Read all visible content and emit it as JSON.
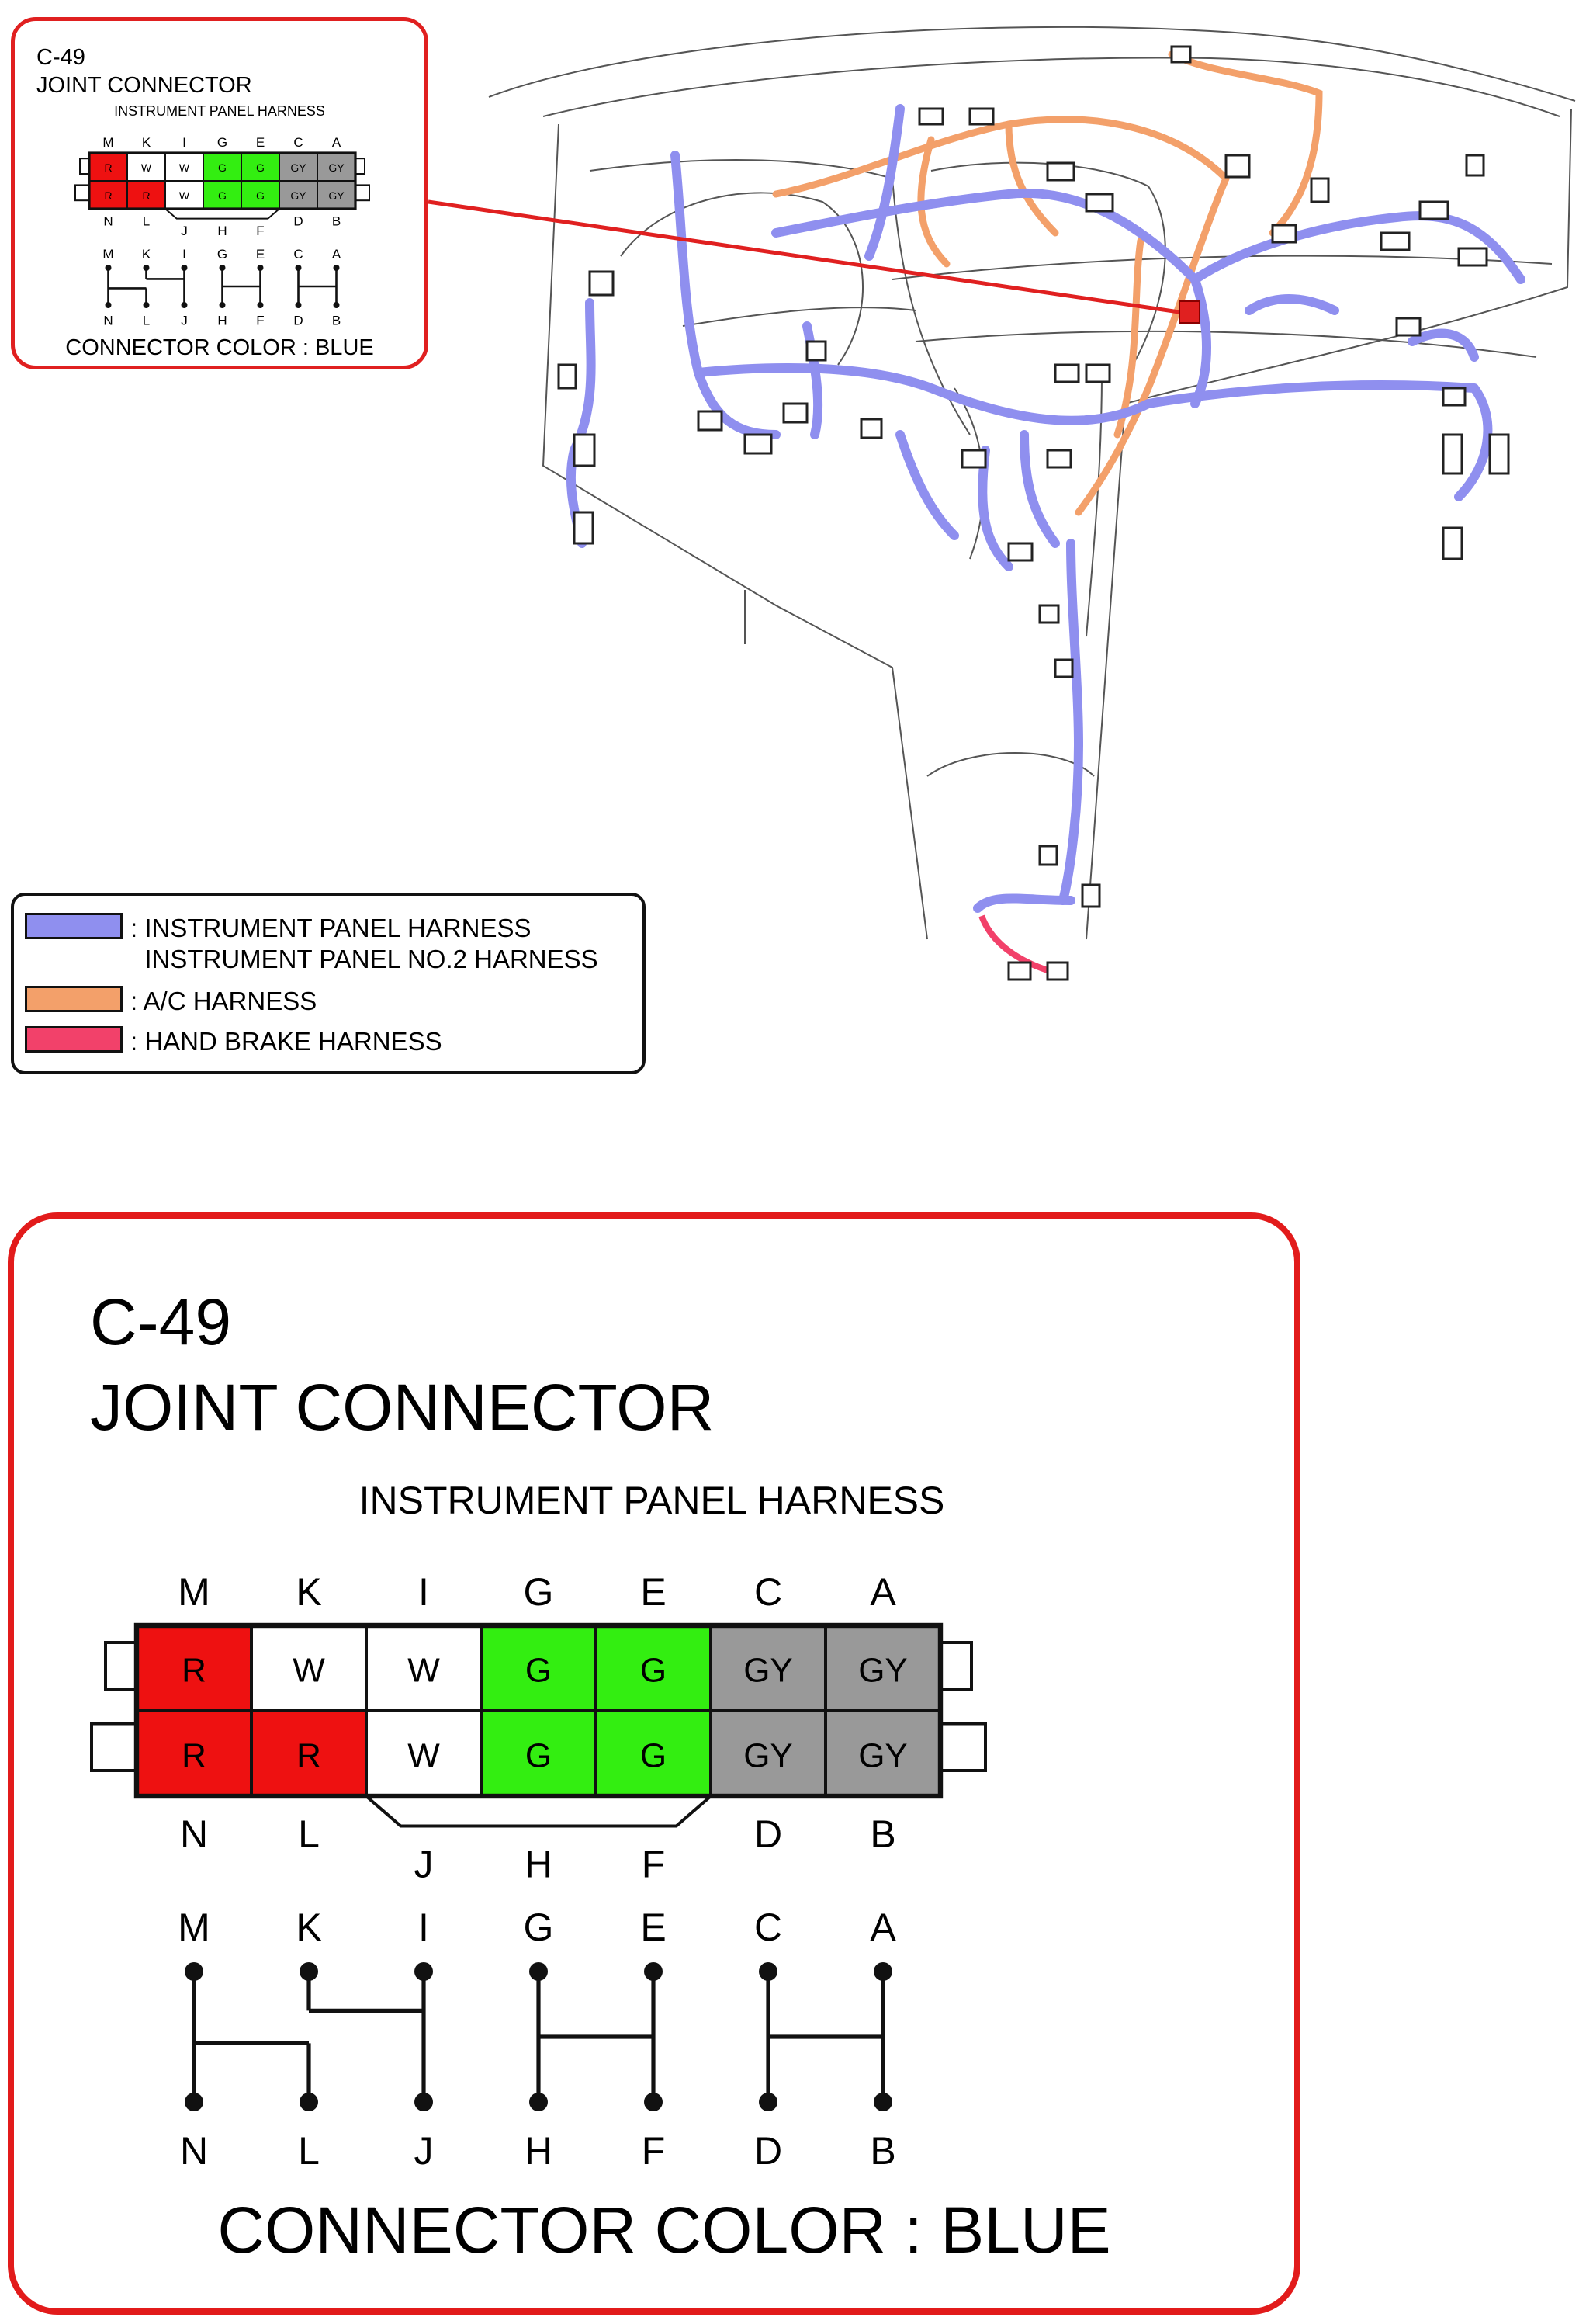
{
  "connector": {
    "id": "C-49",
    "name": "JOINT CONNECTOR",
    "harness": "INSTRUMENT PANEL HARNESS",
    "color_text": "CONNECTOR COLOR : BLUE",
    "top_pins": [
      "M",
      "K",
      "I",
      "G",
      "E",
      "C",
      "A"
    ],
    "top_wires": [
      "R",
      "W",
      "W",
      "G",
      "G",
      "GY",
      "GY"
    ],
    "bottom_wires": [
      "R",
      "R",
      "W",
      "G",
      "G",
      "GY",
      "GY"
    ],
    "bottom_pins_row1": [
      "N",
      "L",
      "",
      "",
      "",
      "D",
      "B"
    ],
    "bottom_pins_row2": [
      "",
      "",
      "J",
      "H",
      "F",
      "",
      ""
    ],
    "schematic_top": [
      "M",
      "K",
      "I",
      "G",
      "E",
      "C",
      "A"
    ],
    "schematic_bottom": [
      "N",
      "L",
      "J",
      "H",
      "F",
      "D",
      "B"
    ],
    "wire_colors": {
      "R": "#ee1111",
      "W": "#ffffff",
      "G": "#33ee11",
      "GY": "#999999"
    }
  },
  "legend": [
    {
      "color": "#8f8fef",
      "label": ": INSTRUMENT PANEL HARNESS\n  INSTRUMENT PANEL NO.2 HARNESS"
    },
    {
      "color": "#f3a06a",
      "label": ": A/C HARNESS"
    },
    {
      "color": "#f2416a",
      "label": ": HAND BRAKE HARNESS"
    }
  ],
  "harness_colors": {
    "instrument_panel": "#8f8fef",
    "ac": "#f3a06a",
    "hand_brake": "#f2416a",
    "callout_line": "#e02020"
  }
}
